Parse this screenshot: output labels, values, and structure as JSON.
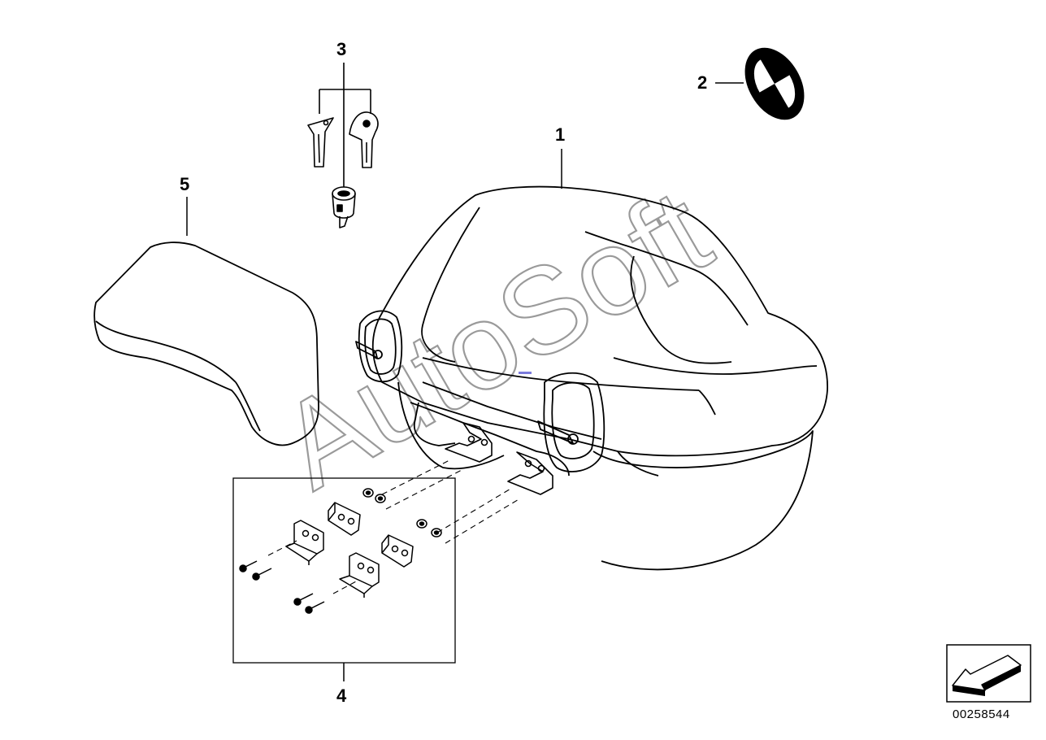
{
  "callouts": {
    "item1": "1",
    "item2": "2",
    "item3": "3",
    "item4": "4",
    "item5": "5"
  },
  "doc_number": "00258544",
  "watermark": "AutoSoft",
  "colors": {
    "line": "#000000",
    "watermark": "#9a9a9a",
    "background": "#ffffff"
  },
  "icons": {
    "nav_arrow": "arrow-down-left-icon",
    "emblem": "roundel-emblem-icon"
  }
}
